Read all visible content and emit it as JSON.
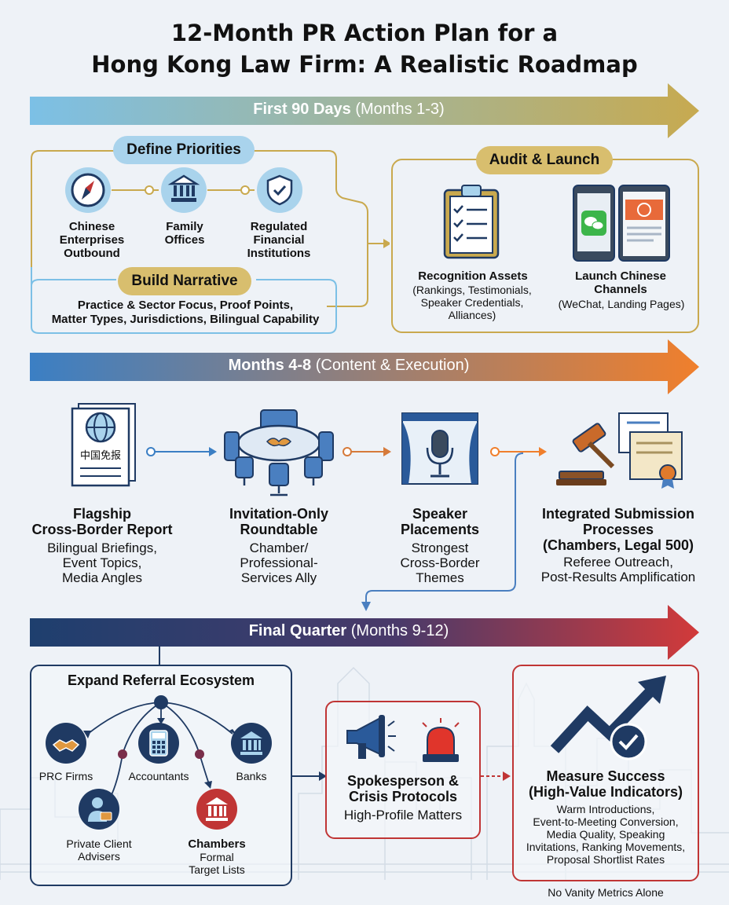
{
  "title": {
    "line1": "12-Month PR Action Plan for a",
    "line2": "Hong Kong Law Firm: A Realistic Roadmap"
  },
  "phase1": {
    "banner_bold": "First 90 Days",
    "banner_rest": " (Months 1-3)",
    "define_priorities": {
      "label": "Define Priorities",
      "items": [
        {
          "icon": "compass-icon",
          "text": "Chinese\nEnterprises\nOutbound"
        },
        {
          "icon": "bank-building-icon",
          "text": "Family\nOffices"
        },
        {
          "icon": "shield-check-icon",
          "text": "Regulated\nFinancial\nInstitutions"
        }
      ]
    },
    "build_narrative": {
      "label": "Build Narrative",
      "line1": "Practice & Sector Focus, Proof Points,",
      "line2": "Matter Types, Jurisdictions, Bilingual Capability"
    },
    "audit_launch": {
      "label": "Audit & Launch",
      "recognition_title": "Recognition Assets",
      "recognition_sub": "(Rankings, Testimonials,\nSpeaker Credentials,\nAlliances)",
      "channels_title": "Launch Chinese\nChannels",
      "channels_sub": "(WeChat, Landing Pages)"
    }
  },
  "phase2": {
    "banner_bold": "Months 4-8",
    "banner_rest": " (Content & Execution)",
    "steps": [
      {
        "title": "Flagship\nCross-Border Report",
        "sub": "Bilingual Briefings,\nEvent Topics,\nMedia Angles",
        "doc_text": "中国免报"
      },
      {
        "title": "Invitation-Only\nRoundtable",
        "sub": "Chamber/\nProfessional-\nServices Ally"
      },
      {
        "title": "Speaker\nPlacements",
        "sub": "Strongest\nCross-Border\nThemes"
      },
      {
        "title": "Integrated Submission\nProcesses\n(Chambers, Legal 500)",
        "sub": "Referee Outreach,\nPost-Results Amplification"
      }
    ]
  },
  "phase3": {
    "banner_bold": "Final Quarter",
    "banner_rest": " (Months 9-12)",
    "ecosystem": {
      "title": "Expand Referral Ecosystem",
      "nodes": {
        "prc": "PRC Firms",
        "accountants": "Accountants",
        "banks": "Banks",
        "private": "Private Client\nAdvisers",
        "chambers_bold": "Chambers",
        "chambers_sub": "Formal\nTarget Lists"
      }
    },
    "spokesperson": {
      "title": "Spokesperson &\nCrisis Protocols",
      "sub": "High-Profile Matters"
    },
    "measure": {
      "title": "Measure Success\n(High-Value Indicators)",
      "sub": "Warm Introductions,\nEvent-to-Meeting Conversion,\nMedia Quality, Speaking\nInvitations, Ranking Movements,\nProposal Shortlist Rates"
    },
    "footnote": "No Vanity Metrics Alone"
  },
  "colors": {
    "phase1_start": "#6fb6e0",
    "phase1_end": "#c4a84d",
    "phase2_start": "#3b7fc4",
    "phase2_end": "#f07f2c",
    "phase3_start": "#1e3f6e",
    "phase3_end": "#d23a3a",
    "navy": "#1f3a63",
    "red": "#c03535",
    "gold": "#c9a94e",
    "light_blue": "#a9d3ec"
  }
}
